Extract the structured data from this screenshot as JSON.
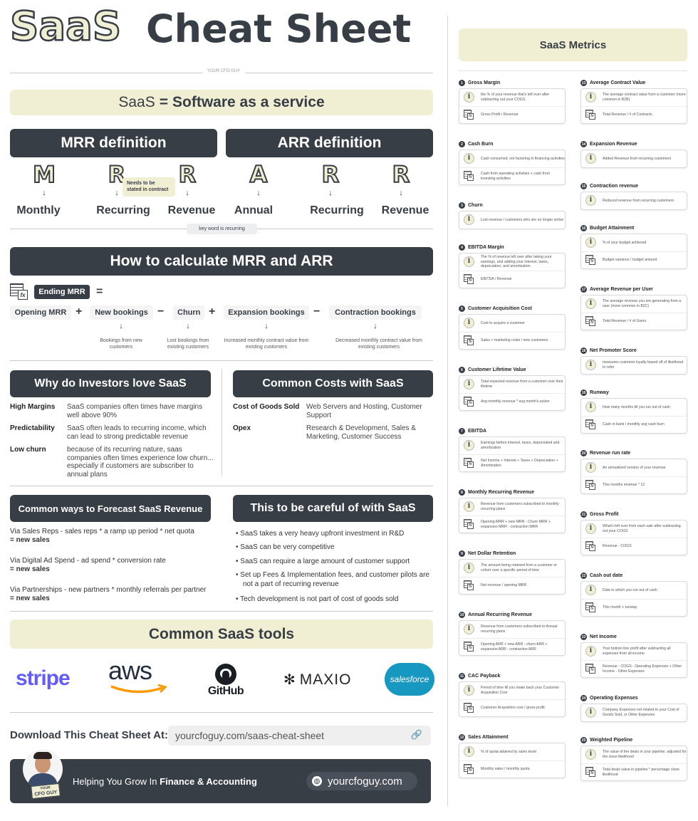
{
  "header": {
    "title_outline": "SaaS",
    "title_main": "Cheat Sheet",
    "brand_small": "YOUR CFO GUY"
  },
  "saas_def": {
    "prefix": "SaaS",
    "eq": "=",
    "text": "Software as a service"
  },
  "mrr": {
    "mrr_title": "MRR definition",
    "arr_title": "ARR definition",
    "letters": [
      "M",
      "R",
      "R",
      "A",
      "R",
      "R"
    ],
    "words": [
      "Monthly",
      "Recurring",
      "Revenue",
      "Annual",
      "Recurring",
      "Revenue"
    ],
    "tooltip": "Needs to be stated in contract",
    "keyword_chip": "key word is recurring"
  },
  "calc": {
    "title": "How to calculate MRR and ARR",
    "ending": "Ending MRR",
    "equals": "=",
    "terms": [
      "Opening MRR",
      "New bookings",
      "Churn",
      "Expansion bookings",
      "Contraction bookings"
    ],
    "ops": [
      "+",
      "−",
      "+",
      "−"
    ],
    "notes": [
      "Bookings from new customers",
      "Lost bookings from existing customers",
      "Increased monthly contract value from existing customers",
      "Decreased monthly contract value from existing customers"
    ]
  },
  "investors": {
    "title": "Why do Investors love SaaS",
    "rows": [
      {
        "label": "High Margins",
        "text": "SaaS companies often times have margins well above 90%"
      },
      {
        "label": "Predictability",
        "text": "SaaS often leads to recurring income, which can lead to strong predictable revenue"
      },
      {
        "label": "Low churn",
        "text": "because of its recurring nature, saas companies often times experience low churn... especially if customers are subscriber to annual plans"
      }
    ]
  },
  "costs": {
    "title": "Common Costs with SaaS",
    "rows": [
      {
        "label": "Cost of Goods Sold",
        "text": "Web Servers and Hosting, Customer Support"
      },
      {
        "label": "Opex",
        "text": "Research & Development, Sales & Marketing, Customer Success"
      }
    ]
  },
  "forecast": {
    "title": "Common ways to Forecast SaaS Revenue",
    "items": [
      {
        "line": "Via Sales Reps - sales reps * a ramp up period * net quota",
        "result": "= new sales"
      },
      {
        "line": "Via Digital Ad Spend - ad spend * conversion rate",
        "result": "= new sales"
      },
      {
        "line": "Via Partnerships - new partners * monthly referrals per partner",
        "result": "= new sales"
      }
    ]
  },
  "careful": {
    "title": "This to be careful of with SaaS",
    "bullets": [
      "SaaS takes a very heavy upfront investment in R&D",
      "SaaS can be very competitive",
      "SaaS can require a large amount of customer support",
      "Set up Fees & Implementation fees, and customer pilots are not a part of recurring revenue",
      "Tech development is not part of cost of goods sold"
    ]
  },
  "tools": {
    "title": "Common SaaS tools",
    "logos": [
      "stripe",
      "aws",
      "GitHub",
      "MAXIO",
      "salesforce"
    ]
  },
  "download": {
    "label": "Download This Cheat Sheet At:",
    "url": "yourcfoguy.com/saas-cheat-sheet"
  },
  "footer": {
    "tagline_pre": "Helping You Grow In ",
    "tagline_bold": "Finance & Accounting",
    "site": "yourcfoguy.com",
    "badge_top": "YOUR",
    "badge": "CFO GUY"
  },
  "metrics": {
    "title": "SaaS Metrics",
    "left": [
      {
        "num": "1",
        "name": "Gross Margin",
        "def": "the % of your revenue that's left over after subtracting out your COGS",
        "formula": "Gross Profit / Revenue"
      },
      {
        "num": "2",
        "name": "Cash Burn",
        "def": "Cash consumed, not factoring in financing activities",
        "formula": "Cash from operating activities + cash from investing activities"
      },
      {
        "num": "3",
        "name": "Churn",
        "def": "Lost revenue / customers who are no longer active",
        "formula": ""
      },
      {
        "num": "4",
        "name": "EBITDA Margin",
        "def": "The % of revenue left over after taking your earnings, and adding your interest, taxes, depreciation, and amortization",
        "formula": "EBITDA / Revenue"
      },
      {
        "num": "5",
        "name": "Customer Acquisition Cost",
        "def": "Cost to acquire a customer",
        "formula": "Sales + marketing costs / new customers"
      },
      {
        "num": "6",
        "name": "Customer Lifetime Value",
        "def": "Total expected revenue from a customer over their lifetime",
        "formula": "Avg monthly revenue * avg month's active"
      },
      {
        "num": "7",
        "name": "EBITDA",
        "def": "Earnings before interest, taxes, depreciated and amortization",
        "formula": "Net Income + Interest + Taxes + Depreciation + Amortization"
      },
      {
        "num": "8",
        "name": "Monthly Recurring Revenue",
        "def": "Revenue from customers subscribed to monthly recurring plans",
        "formula": "Opening MRR + new MRR - Churn MRR + expansion MRR - contraction MRR"
      },
      {
        "num": "9",
        "name": "Net Dollar Retention",
        "def": "The amount being retained from a customer or cohort over a specific period of time",
        "formula": "Net revenue / opening MRR"
      },
      {
        "num": "10",
        "name": "Annual Recurring Revenue",
        "def": "Revenue from customers subscribed to Annual recurring plans",
        "formula": "Opening ARR + new ARR - churn ARR + expansion ARR - contraction ARR"
      },
      {
        "num": "11",
        "name": "CAC Payback",
        "def": "Period of time till you make back your Customer Acquisition Cost",
        "formula": "Customer Acquisition cost / gross profit"
      },
      {
        "num": "12",
        "name": "Sales Attainment",
        "def": "% of quota attained by sales team",
        "formula": "Monthly sales / monthly quota"
      }
    ],
    "right": [
      {
        "num": "13",
        "name": "Average Contract Value",
        "def": "The average contract value from a customer (more common in B2B)",
        "formula": "Total Revenue / # of Contracts"
      },
      {
        "num": "14",
        "name": "Expansion Revenue",
        "def": "Added Revenue from recurring customers",
        "formula": ""
      },
      {
        "num": "15",
        "name": "Contraction revenue",
        "def": "Reduced revenue from recurring customers",
        "formula": ""
      },
      {
        "num": "16",
        "name": "Budget Attainment",
        "def": "% of your budget achieved",
        "formula": "Budget variance / budget amount"
      },
      {
        "num": "17",
        "name": "Average Revenue per User",
        "def": "The average revenue you are generating from a user (more common in B2C)",
        "formula": "Total Revenue / # of Users"
      },
      {
        "num": "18",
        "name": "Net Promoter Score",
        "def": "measures customer loyalty based off of likelihood to refer",
        "formula": ""
      },
      {
        "num": "19",
        "name": "Runway",
        "def": "How many months till you run out of cash",
        "formula": "Cash in bank / monthly avg cash burn"
      },
      {
        "num": "20",
        "name": "Revenue run rate",
        "def": "An annualized version of your revenue",
        "formula": "This months revenue * 12"
      },
      {
        "num": "21",
        "name": "Gross Profit",
        "def": "What's left over from each sale after subtracting out your COGS",
        "formula": "Revenue - COGS"
      },
      {
        "num": "22",
        "name": "Cash out date",
        "def": "Date in which you run out of cash",
        "formula": "This month + runway"
      },
      {
        "num": "23",
        "name": "Net Income",
        "def": "Your bottom line profit after subtracting all expenses from all income",
        "formula": "Revenue - COGS - Operating Expenses + Other Income - Other Expenses"
      },
      {
        "num": "24",
        "name": "Operating Expenses",
        "def": "Company Expenses not related to your Cost of Goods Sold, or Other Expenses",
        "formula": ""
      },
      {
        "num": "25",
        "name": "Weighted Pipeline",
        "def": "The value of the deals in your pipeline, adjusted for the close likelihood",
        "formula": "Total deals value in pipeline * percentage close likelihood"
      }
    ]
  }
}
